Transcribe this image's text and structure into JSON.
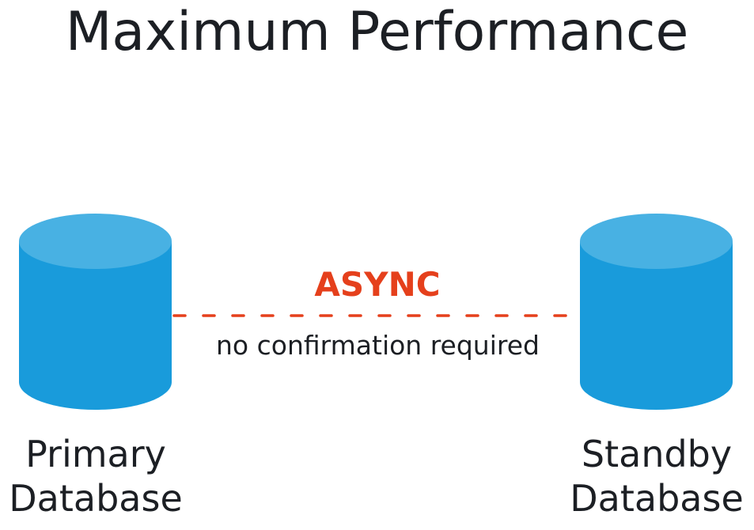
{
  "title": "Maximum Performance",
  "connection": {
    "mode_label": "ASYNC",
    "description": "no confirmation required",
    "line_style": "dashed",
    "color": "#e5401c"
  },
  "databases": [
    {
      "role": "primary",
      "line1": "Primary",
      "line2": "Database",
      "icon": "database-cylinder-icon",
      "color": "#199bdb",
      "top_color": "#48b1e3"
    },
    {
      "role": "standby",
      "line1": "Standby",
      "line2": "Database",
      "icon": "database-cylinder-icon",
      "color": "#199bdb",
      "top_color": "#48b1e3"
    }
  ]
}
